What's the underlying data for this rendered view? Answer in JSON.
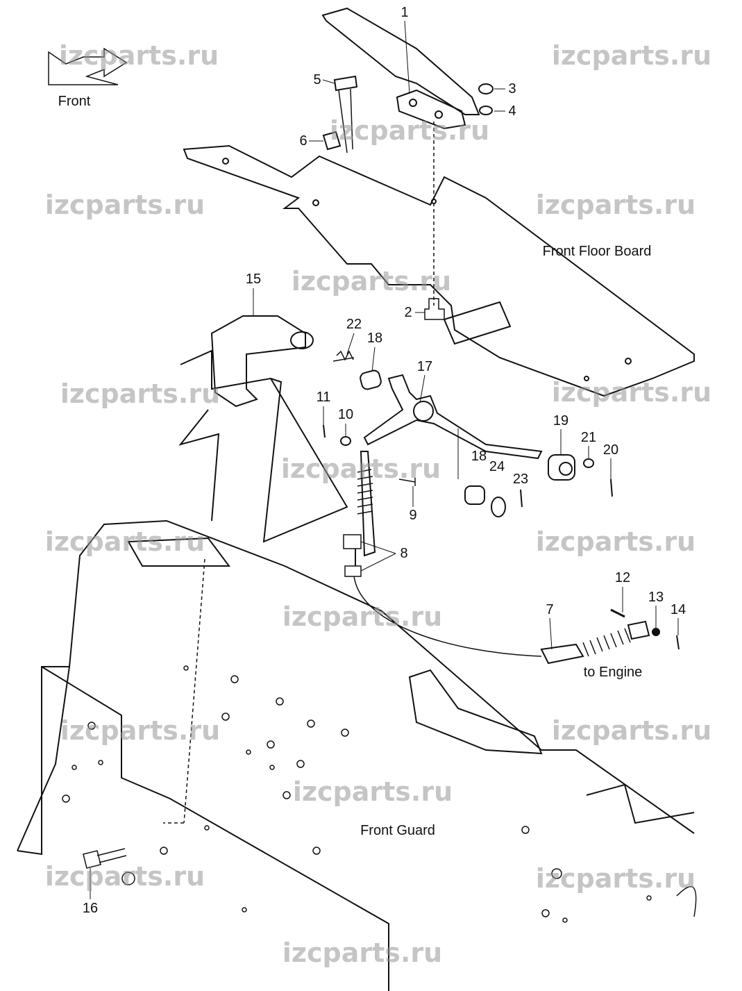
{
  "direction_label": "Front",
  "captions": {
    "floor_board": "Front Floor Board",
    "to_engine": "to Engine",
    "front_guard": "Front Guard"
  },
  "watermark": "izcparts.ru",
  "part_numbers": [
    "1",
    "2",
    "3",
    "4",
    "5",
    "6",
    "7",
    "8",
    "9",
    "10",
    "11",
    "12",
    "13",
    "14",
    "15",
    "16",
    "17",
    "18",
    "18",
    "19",
    "20",
    "21",
    "22",
    "23",
    "24"
  ]
}
